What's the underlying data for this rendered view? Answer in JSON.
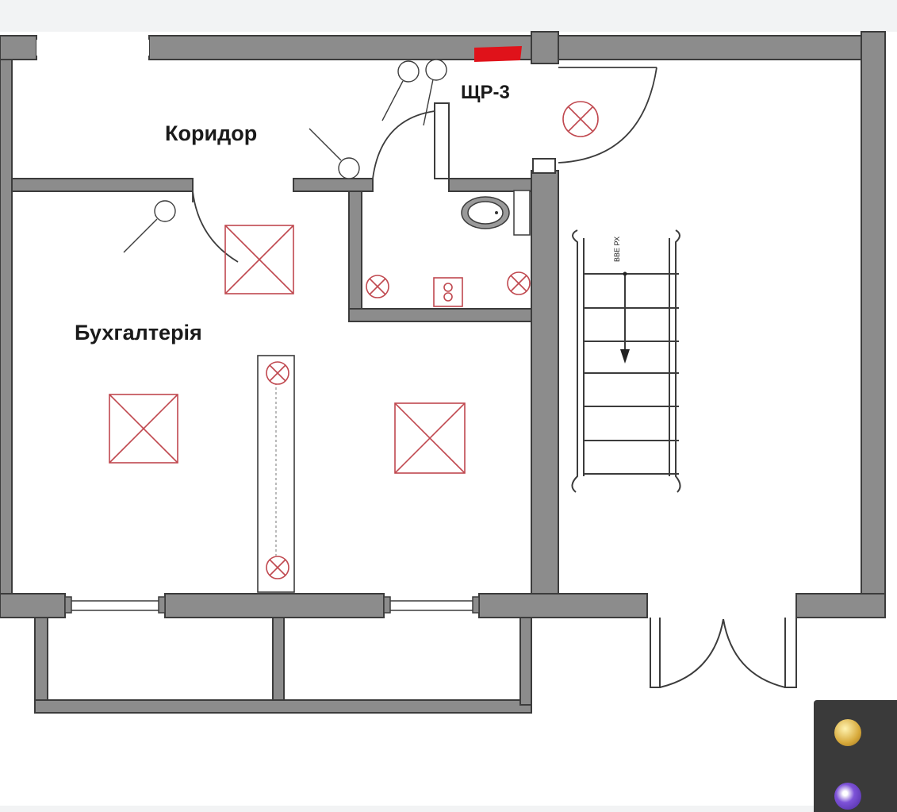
{
  "labels": {
    "corridor": "Коридор",
    "accounting": "Бухгалтерія",
    "panel": "ЩР-3",
    "stair_up": "ВВЕ РХ"
  },
  "colors": {
    "background": "#f2f3f4",
    "paper": "#ffffff",
    "wall_fill": "#8c8c8c",
    "wall_stroke": "#3c3c3c",
    "fixture": "#c0484f",
    "panel_marker": "#e0121a",
    "overlay": "#3a3a3a"
  },
  "icons": {
    "overlay_top": "gold-coin-icon",
    "overlay_bottom": "purple-app-icon"
  }
}
